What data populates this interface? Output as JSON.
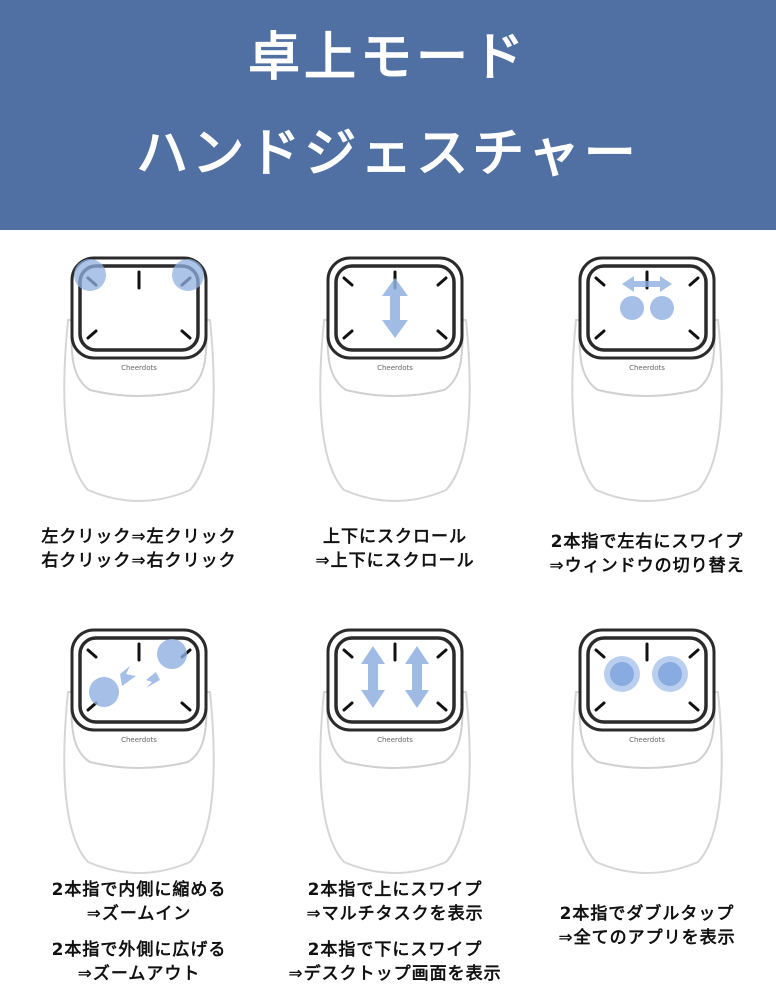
{
  "header": {
    "title_line1": "卓上モード",
    "title_line2": "ハンドジェスチャー"
  },
  "device_brand": "Cheerdots",
  "colors": {
    "banner": "#5070a3",
    "gesture_blue": "#8fb0e0",
    "device_outline": "#2b2b2b"
  },
  "gestures": [
    {
      "gesture_icon": "two-corner-tap",
      "lines": [
        "左クリック⇒左クリック",
        "右クリック⇒右クリック"
      ]
    },
    {
      "gesture_icon": "vertical-scroll-arrow",
      "lines": [
        "上下にスクロール",
        "⇒上下にスクロール"
      ]
    },
    {
      "gesture_icon": "two-finger-horizontal-swipe",
      "lines": [
        "2本指で左右にスワイプ",
        "⇒ウィンドウの切り替え"
      ]
    },
    {
      "gesture_icon": "pinch-zoom",
      "lines": [
        "2本指で内側に縮める",
        "⇒ズームイン",
        "2本指で外側に広げる",
        "⇒ズームアウト"
      ]
    },
    {
      "gesture_icon": "two-finger-vertical-swipe",
      "lines": [
        "2本指で上にスワイプ",
        "⇒マルチタスクを表示",
        "2本指で下にスワイプ",
        "⇒デスクトップ画面を表示"
      ]
    },
    {
      "gesture_icon": "two-finger-double-tap",
      "lines": [
        "2本指でダブルタップ",
        "⇒全てのアプリを表示"
      ]
    }
  ]
}
